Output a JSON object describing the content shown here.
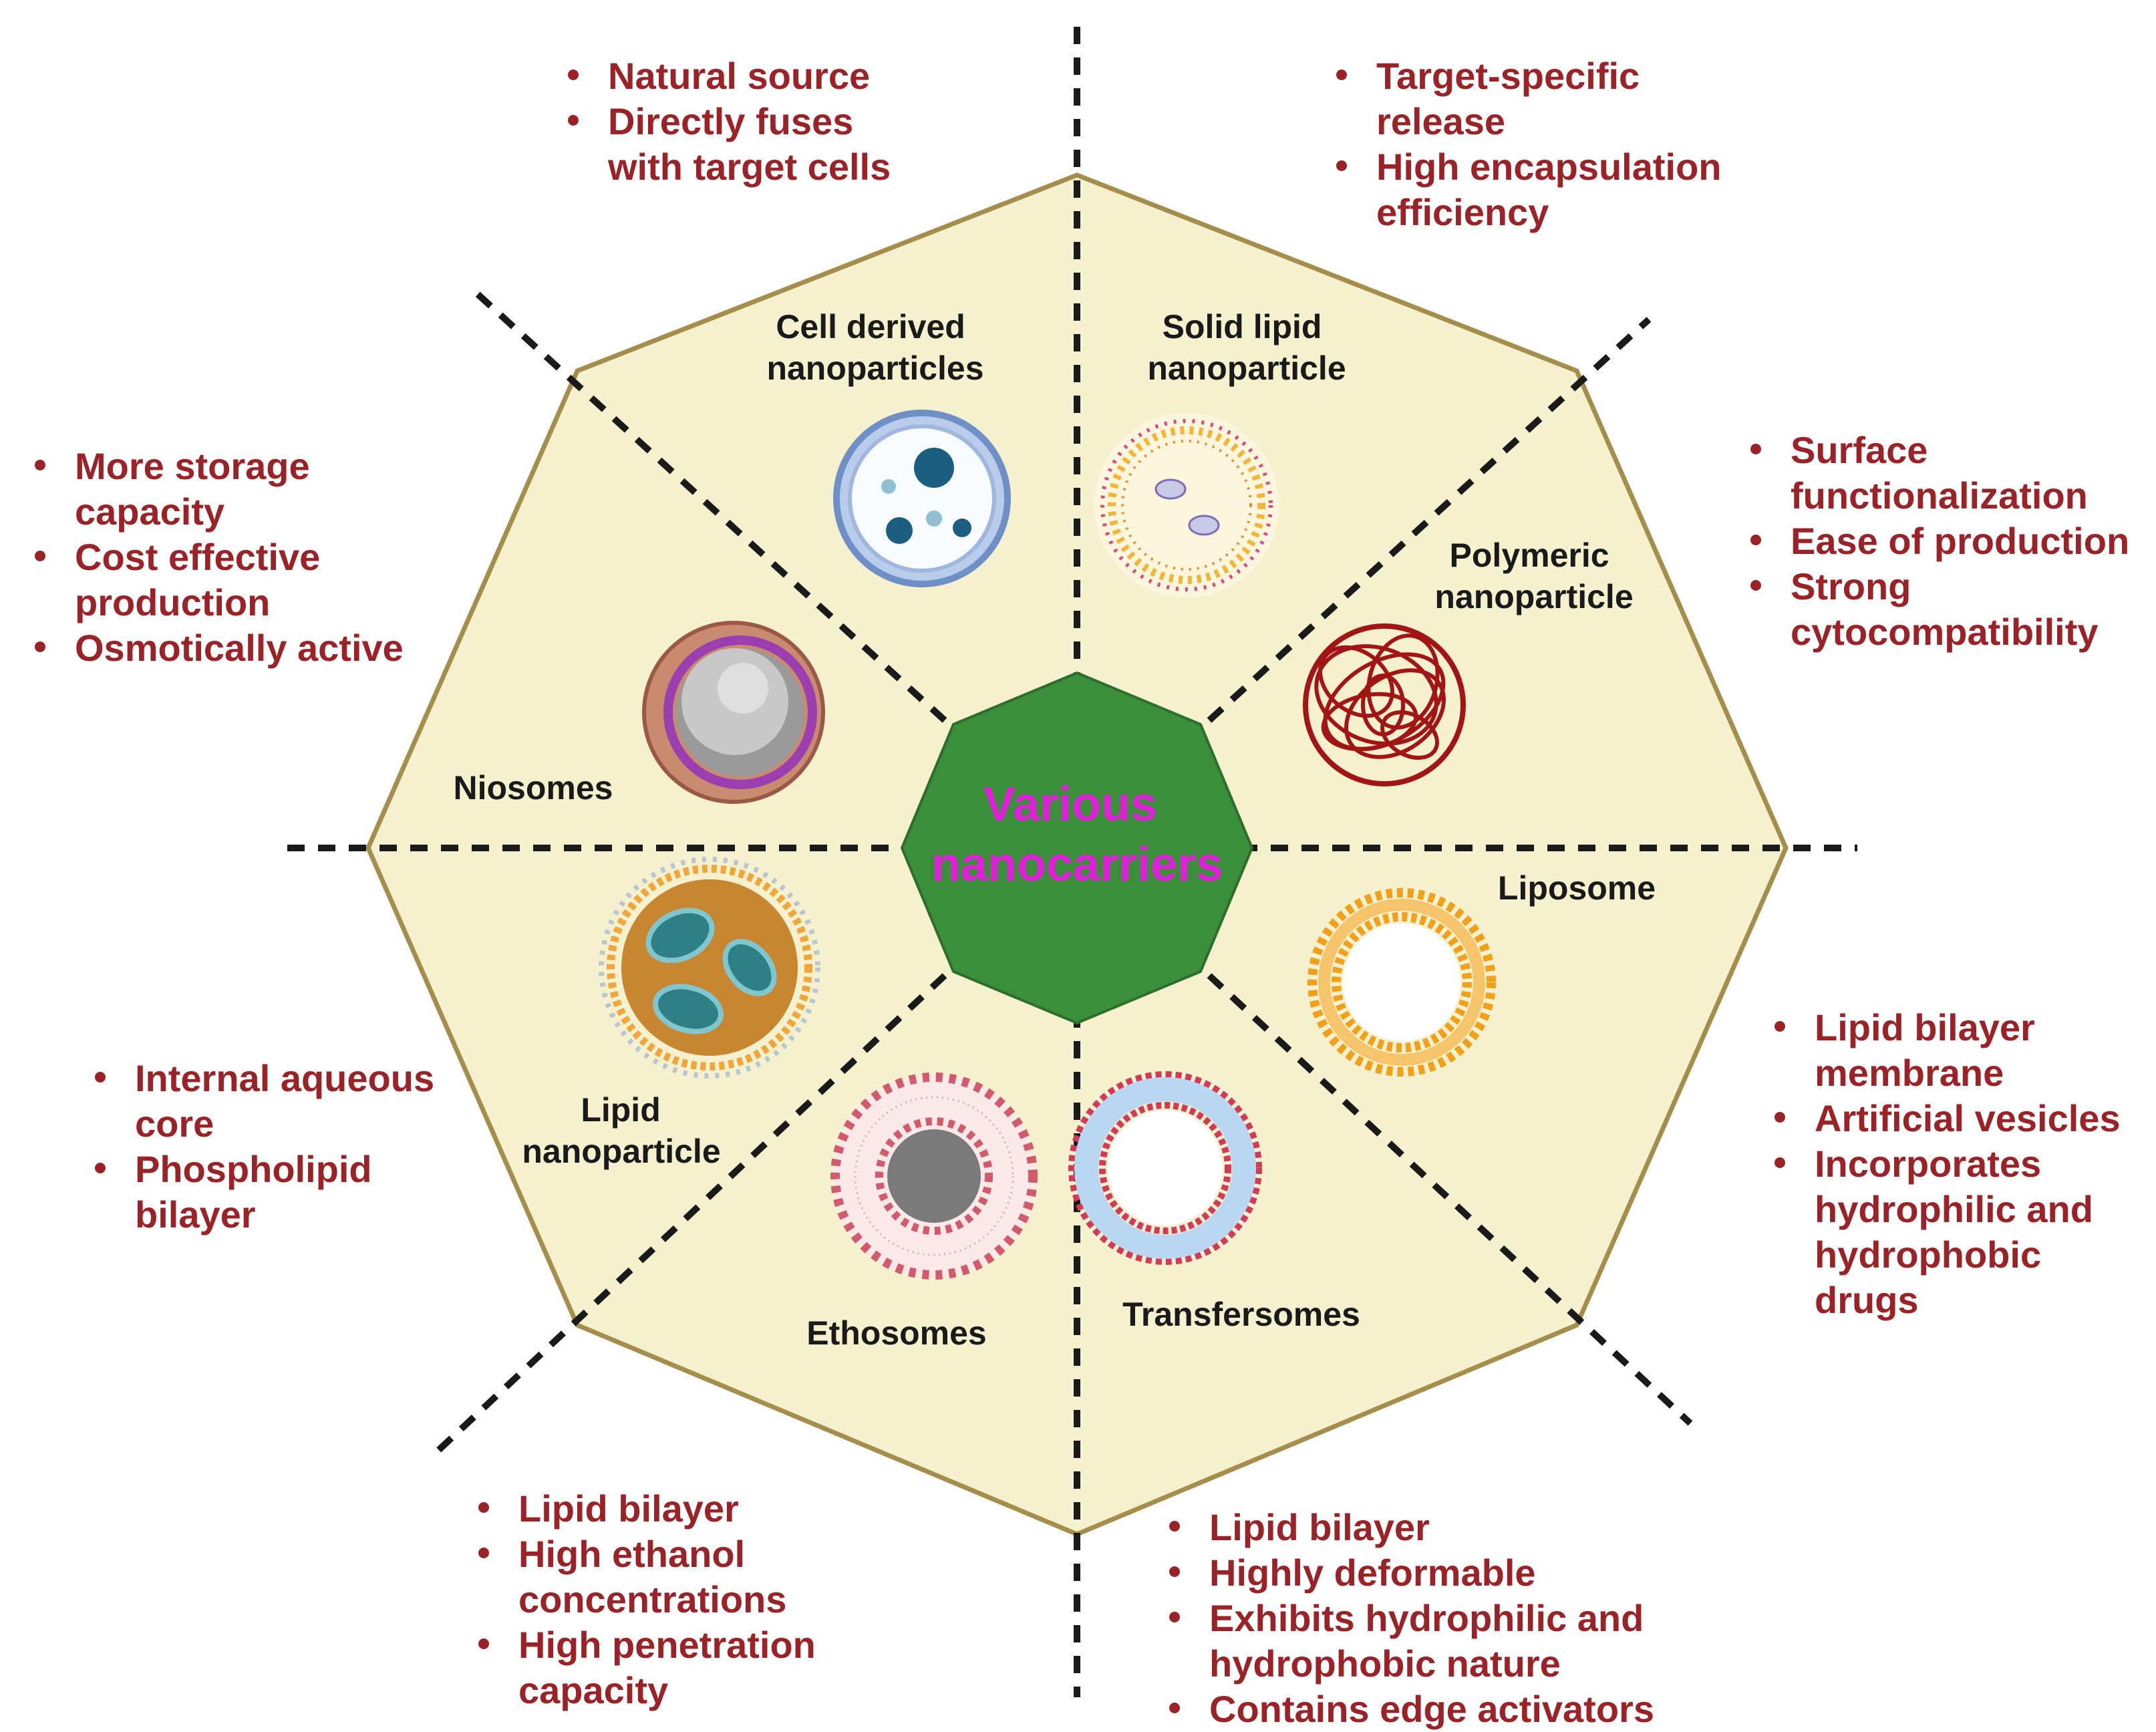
{
  "diagram": {
    "center_title": [
      "Various",
      "nanocarriers"
    ],
    "colors": {
      "octagon_fill": "#f5f1cf",
      "octagon_stroke": "#a58d4b",
      "center_fill": "#3b8f3a",
      "center_text": "#e020d8",
      "bullet_text": "#9b2226",
      "label_text": "#1a1a1a"
    },
    "segments": {
      "cell_derived": {
        "label": [
          "Cell derived",
          "nanoparticles"
        ],
        "icon": "cell-vesicle-icon",
        "bullets": [
          "Natural source",
          "Directly fuses with target cells"
        ]
      },
      "solid_lipid": {
        "label": [
          "Solid lipid",
          "nanoparticle"
        ],
        "icon": "solid-lipid-nanoparticle-icon",
        "bullets": [
          "Target-specific release",
          "High encapsulation efficiency"
        ]
      },
      "polymeric": {
        "label": [
          "Polymeric",
          "nanoparticle"
        ],
        "icon": "polymer-tangle-icon",
        "bullets": [
          "Surface functionalization",
          "Ease of production",
          "Strong cytocompatibility"
        ]
      },
      "liposome": {
        "label": [
          "Liposome"
        ],
        "icon": "liposome-ring-icon",
        "bullets": [
          "Lipid bilayer membrane",
          "Artificial vesicles",
          "Incorporates hydrophilic and hydrophobic drugs"
        ]
      },
      "transfersomes": {
        "label": [
          "Transfersomes"
        ],
        "icon": "transfersome-ring-icon",
        "bullets": [
          "Lipid bilayer",
          "Highly deformable",
          "Exhibits hydrophilic and hydrophobic nature",
          "Contains edge activators"
        ]
      },
      "ethosomes": {
        "label": [
          "Ethosomes"
        ],
        "icon": "ethosome-icon",
        "bullets": [
          "Lipid bilayer",
          "High ethanol concentrations",
          "High penetration capacity"
        ]
      },
      "lipid_nanoparticle": {
        "label": [
          "Lipid",
          "nanoparticle"
        ],
        "icon": "lipid-nanoparticle-icon",
        "bullets": [
          "Internal aqueous core",
          "Phospholipid bilayer"
        ]
      },
      "niosomes": {
        "label": [
          "Niosomes"
        ],
        "icon": "niosome-icon",
        "bullets": [
          "More storage capacity",
          "Cost effective production",
          "Osmotically active"
        ]
      }
    }
  }
}
